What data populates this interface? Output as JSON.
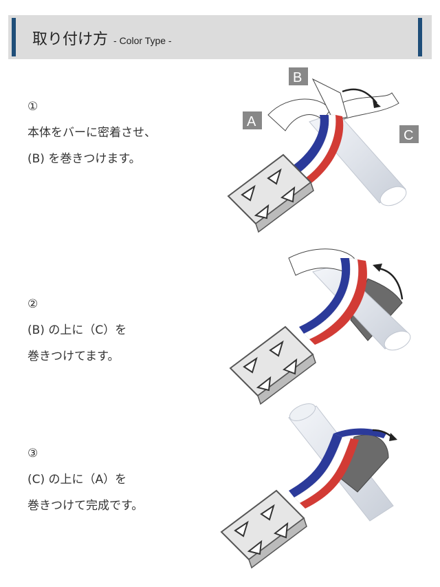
{
  "header": {
    "title": "取り付け方",
    "subtitle": "- Color Type -",
    "accent_color": "#1f4e79"
  },
  "steps": [
    {
      "number": "①",
      "lines": [
        "本体をバーに密着させ、",
        "(B) を巻きつけます。"
      ],
      "labels": [
        "A",
        "B",
        "C"
      ]
    },
    {
      "number": "②",
      "lines": [
        "(B) の上に（C）を",
        "巻きつけてます。"
      ]
    },
    {
      "number": "③",
      "lines": [
        "(C) の上に（A）を",
        "巻きつけて完成です。"
      ]
    }
  ],
  "ribbon_colors": {
    "blue": "#2b3a9a",
    "white": "#ffffff",
    "red": "#d23b35"
  }
}
